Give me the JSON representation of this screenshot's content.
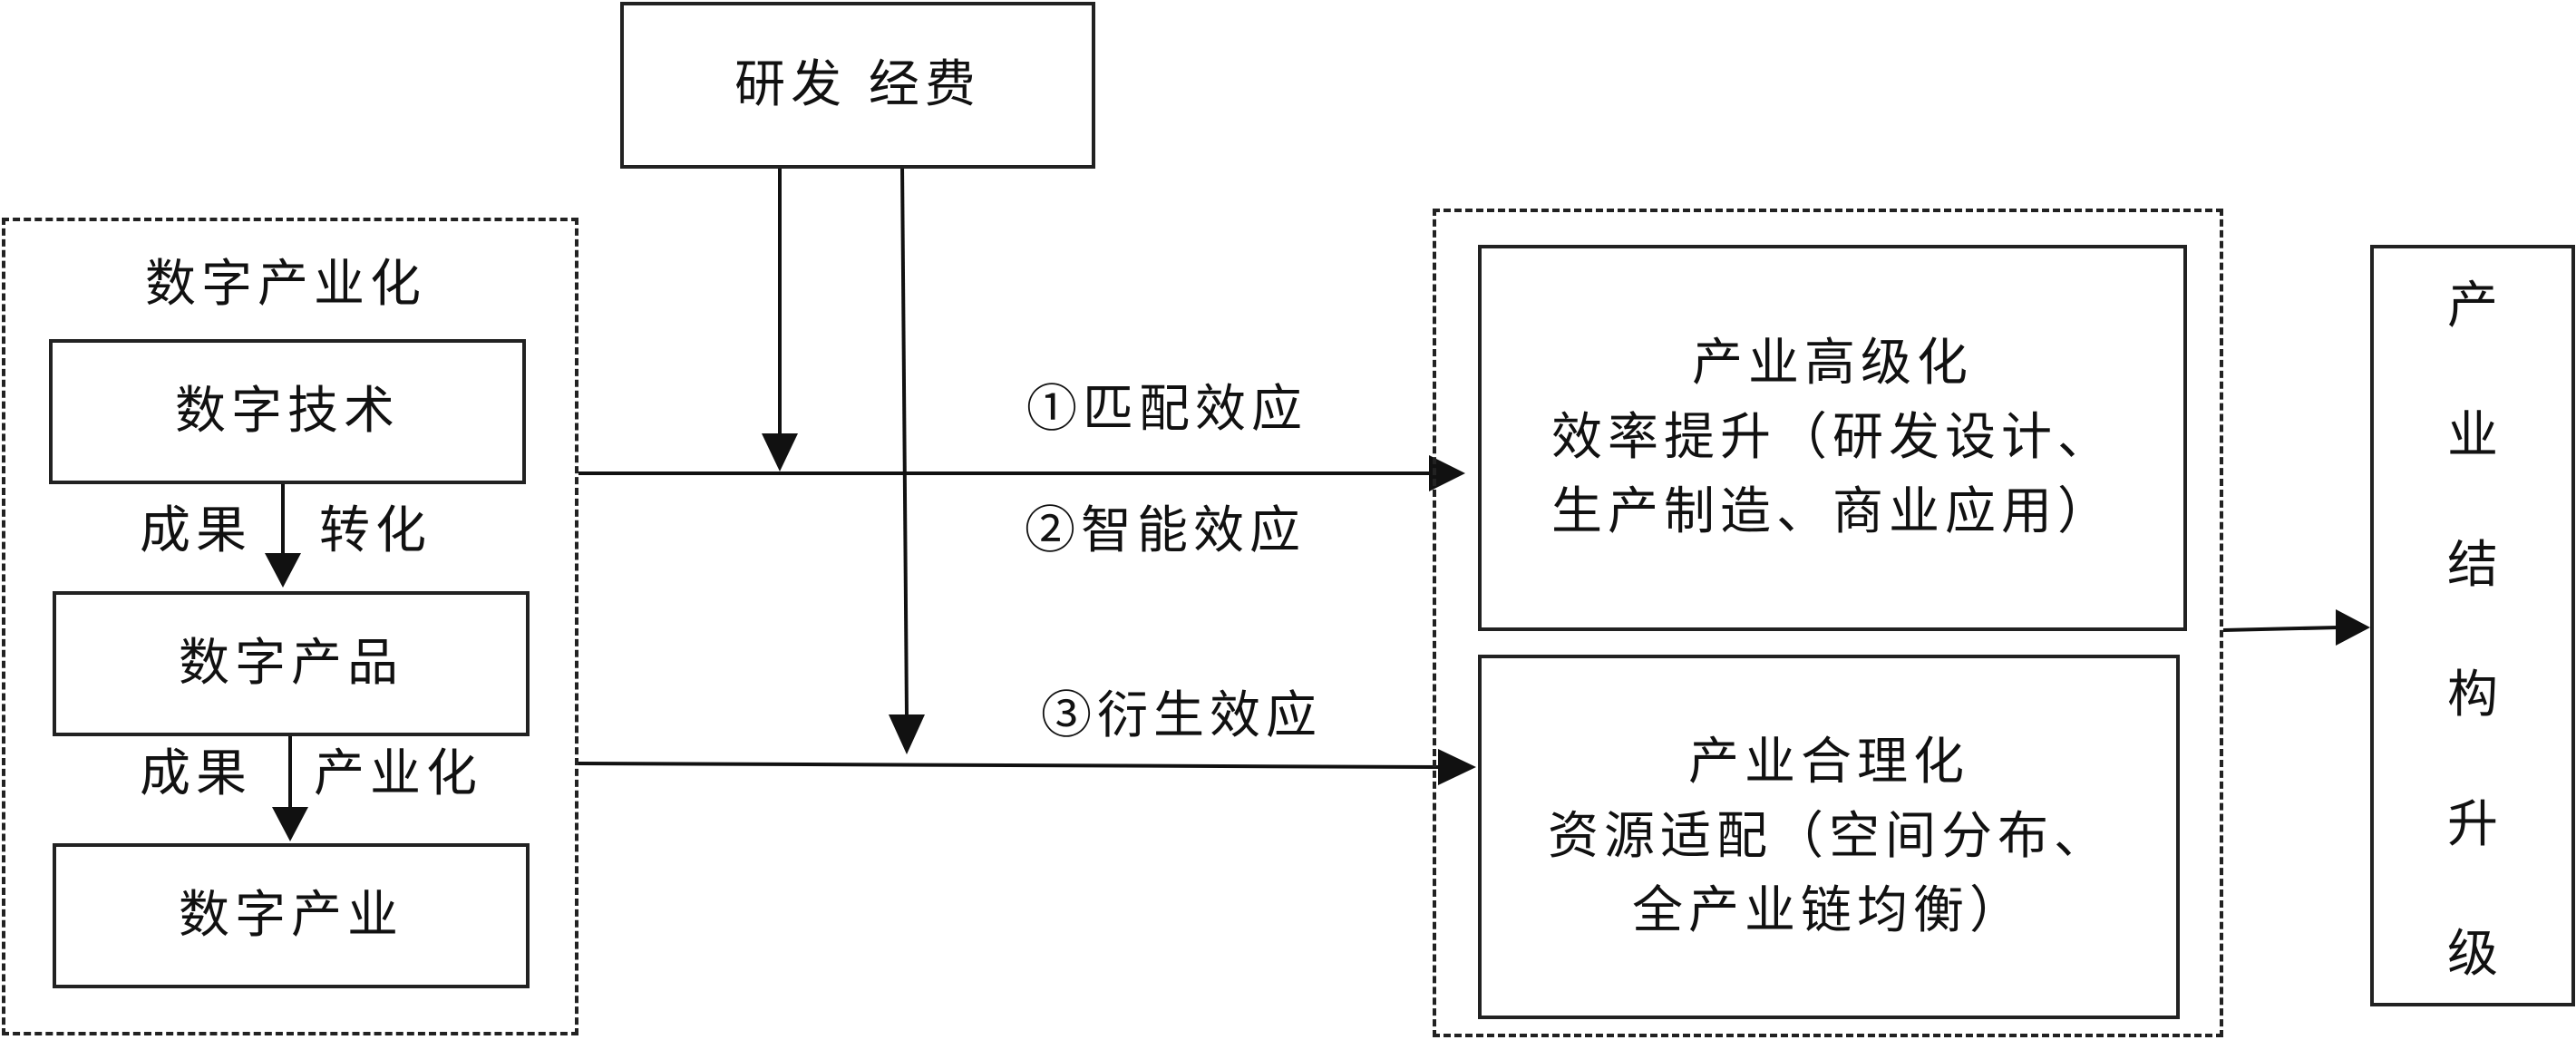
{
  "rd_funding": {
    "label": "研发 经费"
  },
  "digital_industrialization": {
    "title": "数字产业化",
    "digital_technology": "数字技术",
    "step1_left": "成果",
    "step1_right": "转化",
    "digital_products": "数字产品",
    "step2_left": "成果",
    "step2_right": "产业化",
    "digital_industry": "数字产业"
  },
  "effects": {
    "matching": "①匹配效应",
    "intelligent": "②智能效应",
    "derivative": "③衍生效应"
  },
  "advanced": {
    "title": "产业高级化",
    "line1": "效率提升（研发设计、",
    "line2": "生产制造、商业应用）"
  },
  "rationalization": {
    "title": "产业合理化",
    "line1": "资源适配（空间分布、",
    "line2": "全产业链均衡）"
  },
  "upgrade": {
    "chars": [
      "产",
      "业",
      "结",
      "构",
      "升",
      "级"
    ]
  }
}
